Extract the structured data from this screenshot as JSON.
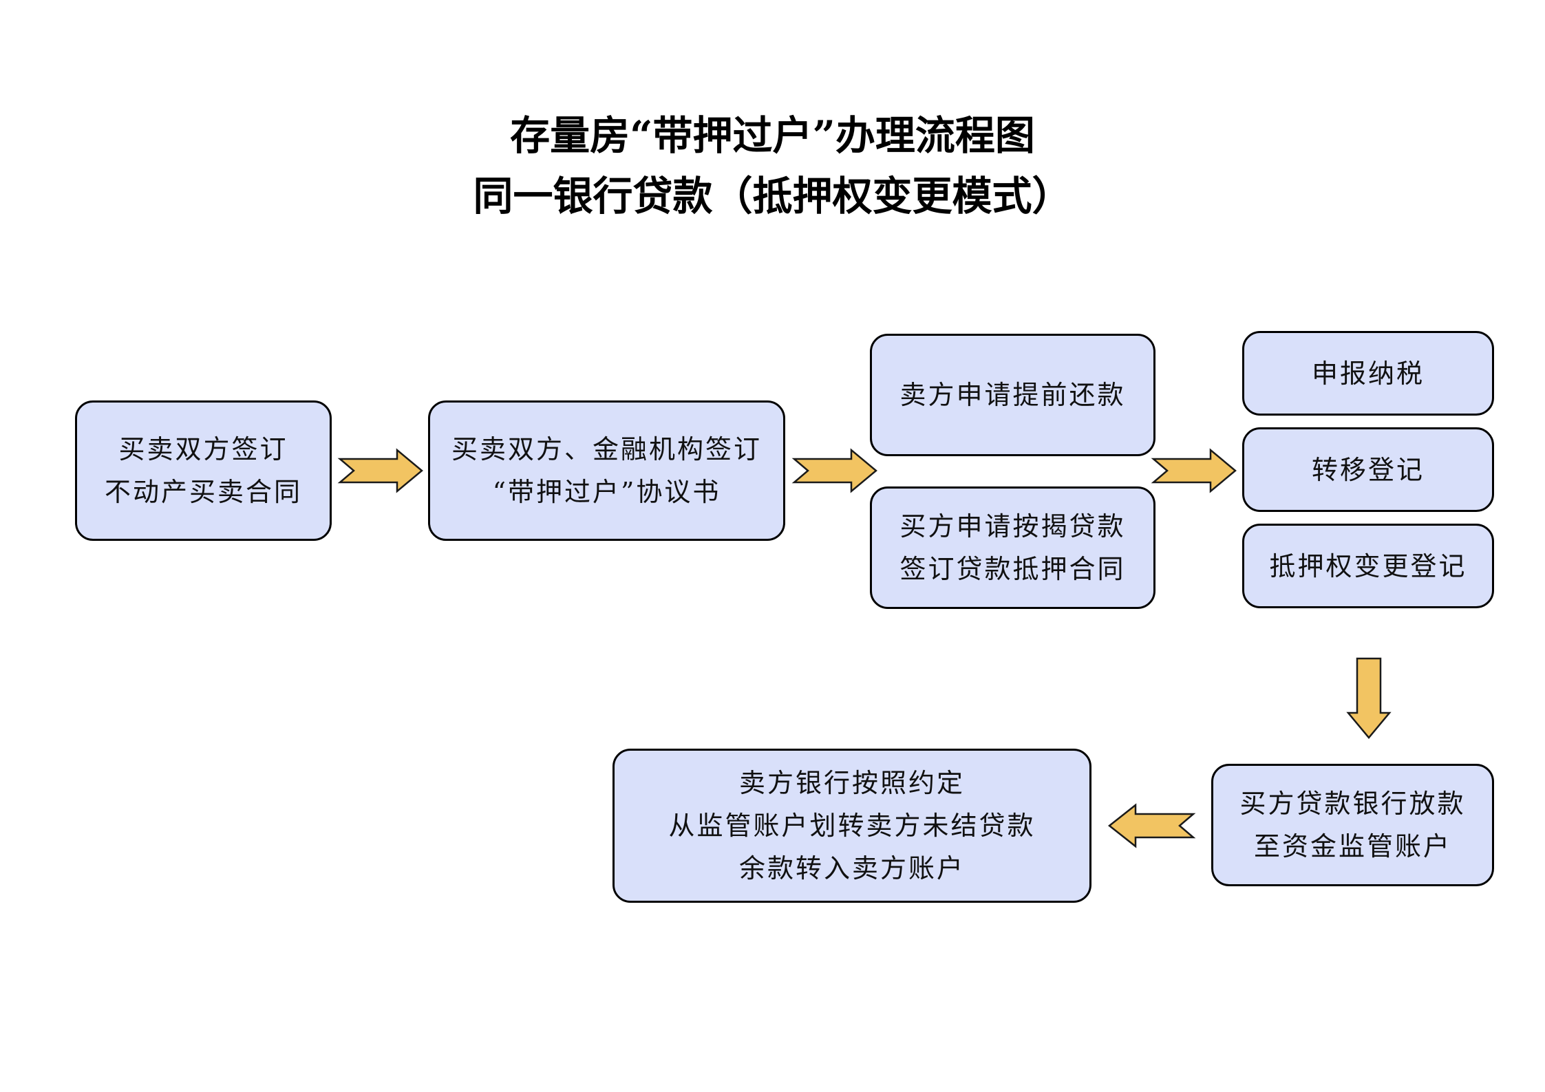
{
  "title": {
    "line1": "存量房“带押过户”办理流程图",
    "line2": "同一银行贷款（抵押权变更模式）"
  },
  "steps": {
    "contract": [
      "买卖双方签订",
      "不动产买卖合同"
    ],
    "agreement": [
      "买卖双方、金融机构签订",
      "“带押过户”协议书"
    ],
    "prepay": [
      "卖方申请提前还款"
    ],
    "mortgage_apply": [
      "买方申请按揭贷款",
      "签订贷款抵押合同"
    ],
    "tax": [
      "申报纳税"
    ],
    "transfer": [
      "转移登记"
    ],
    "mortgage_change": [
      "抵押权变更登记"
    ],
    "loan_release": [
      "买方贷款银行放款",
      "至资金监管账户"
    ],
    "settlement": [
      "卖方银行按照约定",
      "从监管账户划转卖方未结贷款",
      "余款转入卖方账户"
    ]
  },
  "colors": {
    "box_fill": "#d9e0fa",
    "box_border": "#000000",
    "arrow_fill": "#f2c462",
    "arrow_stroke": "#1a1a1a"
  }
}
